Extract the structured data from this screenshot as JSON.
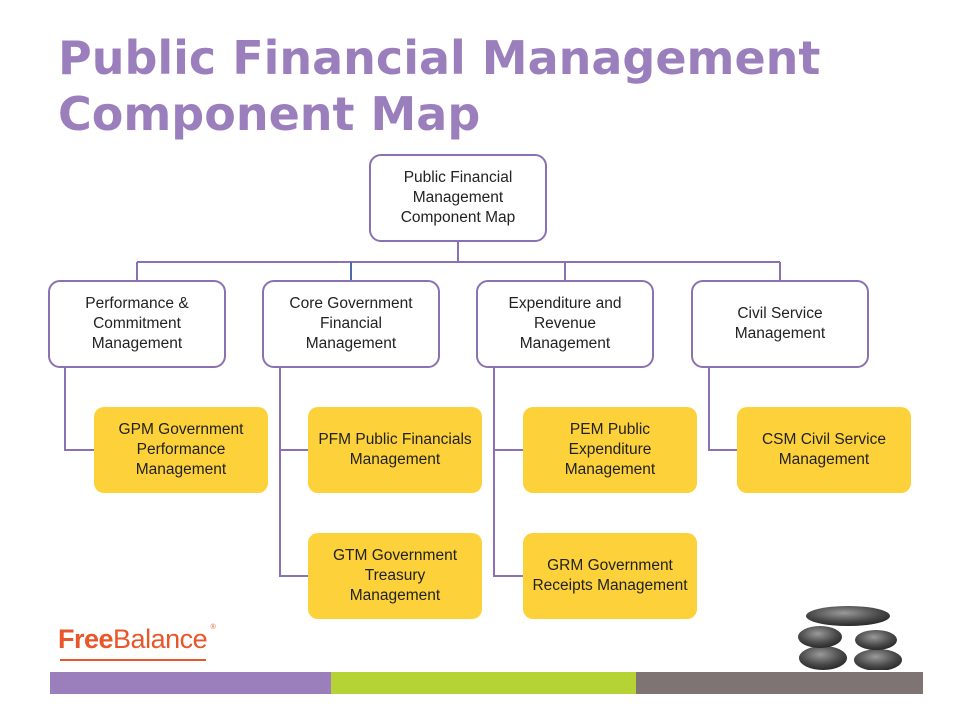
{
  "title": {
    "line1": "Public Financial Management",
    "line2": "Component Map"
  },
  "root": {
    "label": "Public Financial\nManagement\nComponent Map"
  },
  "groups": [
    {
      "label": "Performance &\nCommitment\nManagement",
      "children": [
        {
          "label": "GPM Government\nPerformance\nManagement"
        }
      ]
    },
    {
      "label": "Core Government\nFinancial\nManagement",
      "children": [
        {
          "label": "PFM Public Financials\nManagement"
        },
        {
          "label": "GTM Government\nTreasury\nManagement"
        }
      ]
    },
    {
      "label": "Expenditure and\nRevenue\nManagement",
      "children": [
        {
          "label": "PEM Public\nExpenditure\nManagement"
        },
        {
          "label": "GRM Government\nReceipts Management"
        }
      ]
    },
    {
      "label": "Civil Service\nManagement",
      "children": [
        {
          "label": "CSM Civil Service\nManagement"
        }
      ]
    }
  ],
  "logo": {
    "free": "Free",
    "balance": "Balance",
    "reg": "®"
  },
  "colors": {
    "title": "#9b7fbc",
    "parent_border": "#8a72b2",
    "child_fill": "#fdd13a",
    "band_purple": "#9b7fbc",
    "band_green": "#b5d334",
    "band_gray": "#7d7473",
    "logo": "#e8562a"
  },
  "icons": {
    "decor": "stacked-stones"
  }
}
